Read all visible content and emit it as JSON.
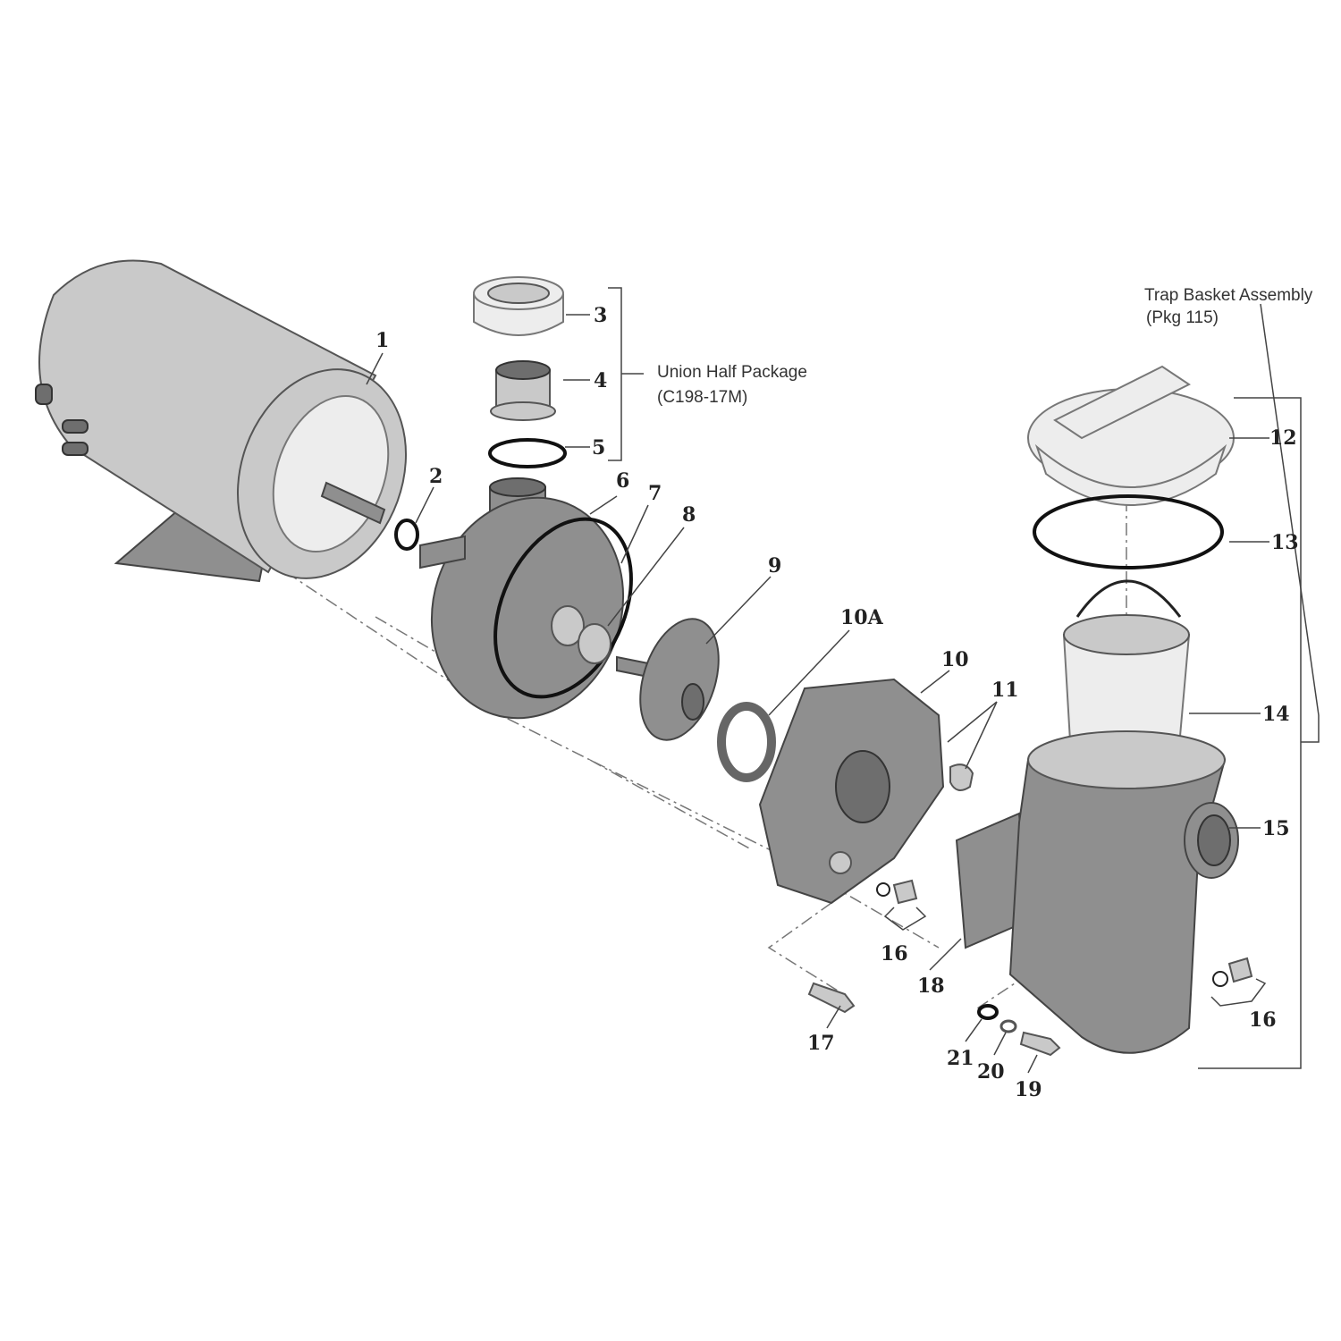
{
  "diagram": {
    "title": "Pool Pump Exploded Parts Diagram",
    "groups": {
      "union_half": {
        "line1": "Union Half Package",
        "line2": "(C198-17M)"
      },
      "trap_basket": {
        "line1": "Trap Basket Assembly",
        "line2": "(Pkg 115)"
      }
    },
    "callouts": {
      "p1": "1",
      "p2": "2",
      "p3": "3",
      "p4": "4",
      "p5": "5",
      "p6": "6",
      "p7": "7",
      "p8": "8",
      "p9": "9",
      "p10a": "10A",
      "p10": "10",
      "p11": "11",
      "p12": "12",
      "p13": "13",
      "p14": "14",
      "p15": "15",
      "p16a": "16",
      "p16b": "16",
      "p17": "17",
      "p18": "18",
      "p19": "19",
      "p20": "20",
      "p21": "21"
    }
  }
}
